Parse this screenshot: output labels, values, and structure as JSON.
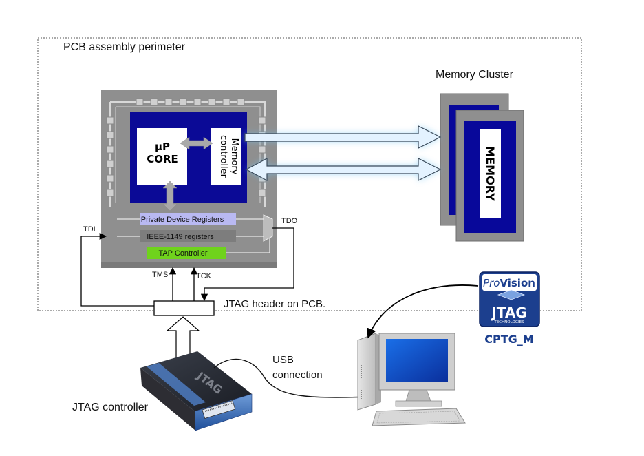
{
  "pcb": {
    "perimeter_label": "PCB assembly perimeter"
  },
  "cpu": {
    "core_line1": "µP",
    "core_line2": "CORE",
    "memctrl_line1": "Memory",
    "memctrl_line2": "controller",
    "private_registers": "Private Device Registers",
    "ieee_registers": "IEEE-1149 registers",
    "tap_controller": "TAP Controller"
  },
  "signals": {
    "tdi": "TDI",
    "tdo": "TDO",
    "tms": "TMS",
    "tck": "TCK"
  },
  "memory": {
    "cluster_label": "Memory Cluster",
    "chip_label": "MEMORY"
  },
  "jtag": {
    "header_label": "JTAG header on PCB.",
    "controller_label": "JTAG controller"
  },
  "usb": {
    "line1": "USB",
    "line2": "connection"
  },
  "provision": {
    "brand_pro": "Pro",
    "brand_vision": "Vision",
    "jtag_logo": "JTAG",
    "tech_logo": "TECHNOLOGIES",
    "product": "CPTG_M"
  },
  "colors": {
    "chip_gray": "#8f8f8f",
    "core_blue": "#0b0a96",
    "memory_blue": "#08089a",
    "tap_green": "#6fd31c",
    "private_reg": "#b9b9f2",
    "ieee_reg": "#7d7d7d",
    "arrow_light": "#dcefff"
  }
}
